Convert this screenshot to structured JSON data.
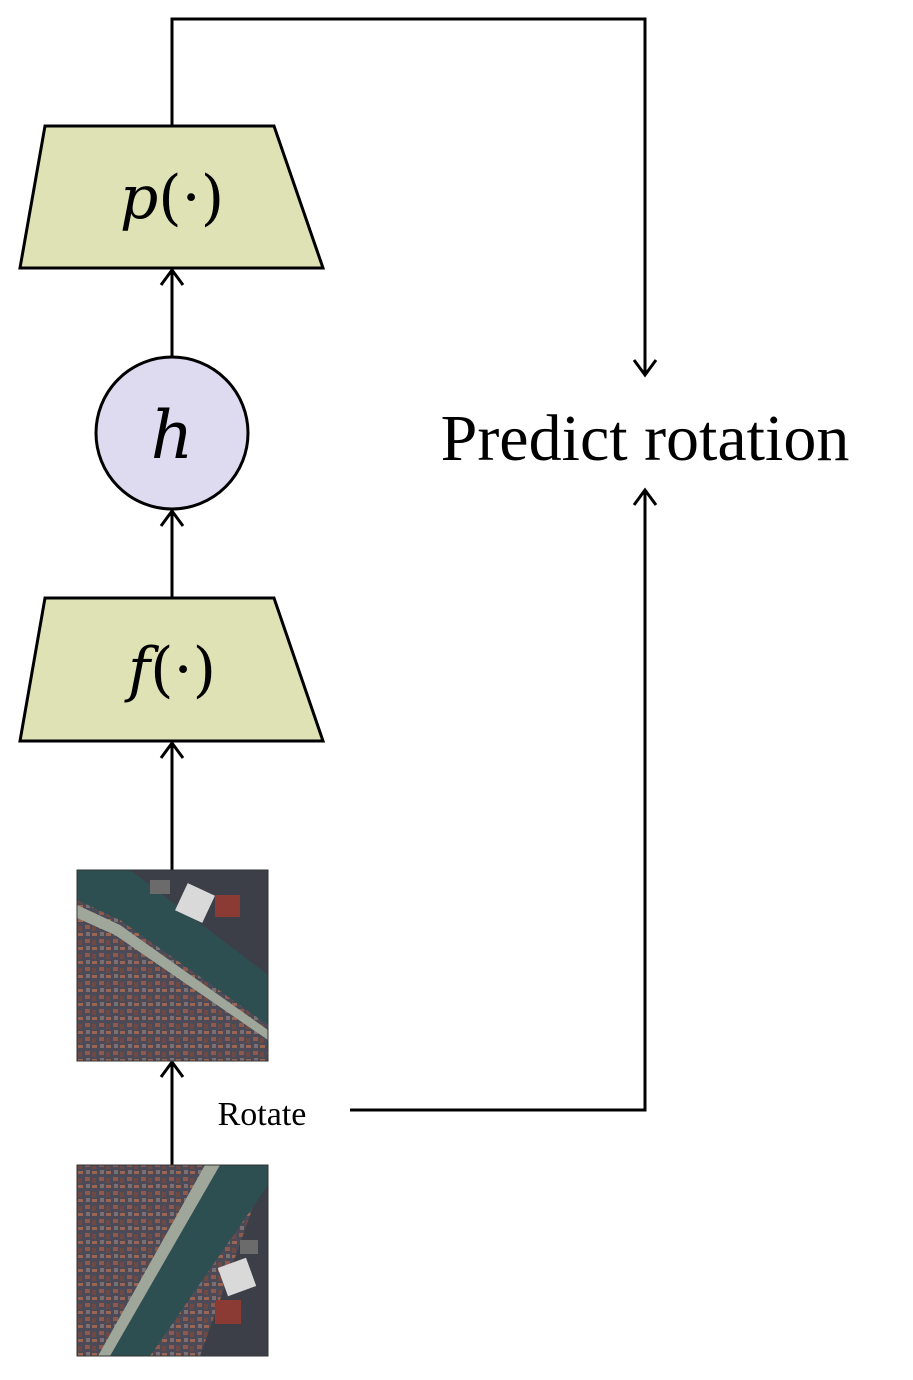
{
  "nodes": {
    "projector": {
      "label_fn": "p",
      "label_args": "(·)",
      "fill": "#dfe2b4"
    },
    "representation": {
      "label": "h",
      "fill": "#dedbf1"
    },
    "encoder": {
      "label_fn": "f",
      "label_args": "(·)",
      "fill": "#dfe2b4"
    }
  },
  "labels": {
    "predict": "Predict rotation",
    "rotate": "Rotate"
  },
  "images": {
    "rotated": "rotated aerial image tile (river canal with buildings)",
    "original": "original aerial image tile (river canal with buildings)"
  },
  "colors": {
    "stroke": "#000000",
    "water": "#2d4f51",
    "roofs": "#8a5a4a",
    "ground": "#5a5a66"
  }
}
